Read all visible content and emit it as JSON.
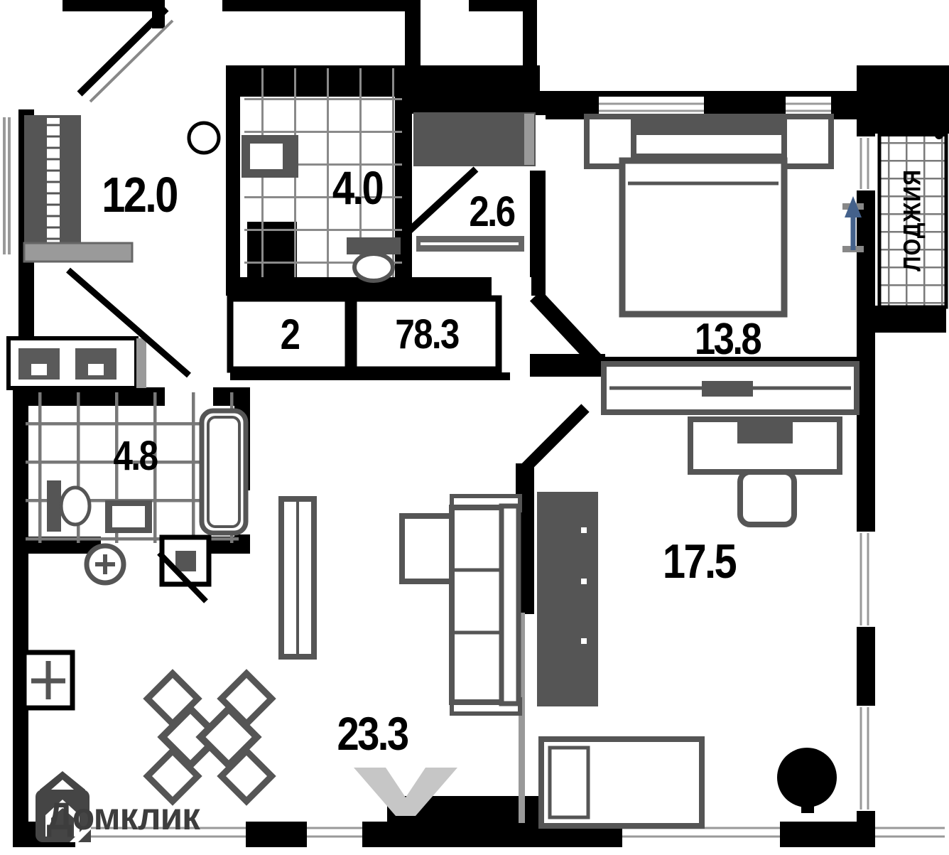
{
  "plan": {
    "rooms": [
      {
        "id": "hallway",
        "area": "12.0"
      },
      {
        "id": "bathroom",
        "area": "4.0"
      },
      {
        "id": "closet",
        "area": "2.6"
      },
      {
        "id": "bedroom",
        "area": "13.8"
      },
      {
        "id": "bathroom-2",
        "area": "4.8"
      },
      {
        "id": "bedroom-2",
        "area": "17.5"
      },
      {
        "id": "living-kitchen",
        "area": "23.3"
      }
    ],
    "legend": {
      "rooms_count": "2",
      "total_area": "78.3"
    },
    "loggia_label": "ЛОДЖИЯ",
    "icons": {
      "north_arrow": "north-arrow-icon",
      "house": "domclick-house-icon"
    },
    "colors": {
      "wall": "#000000",
      "furniture": "#555555",
      "furniture_light": "#9a9a9a",
      "tile_line": "#7f7f7f",
      "north_arrow": "#44618b",
      "logo": "#3d3d3d",
      "watermark": "#c6c6c6"
    }
  },
  "branding": {
    "logo_text": "Домклик"
  }
}
